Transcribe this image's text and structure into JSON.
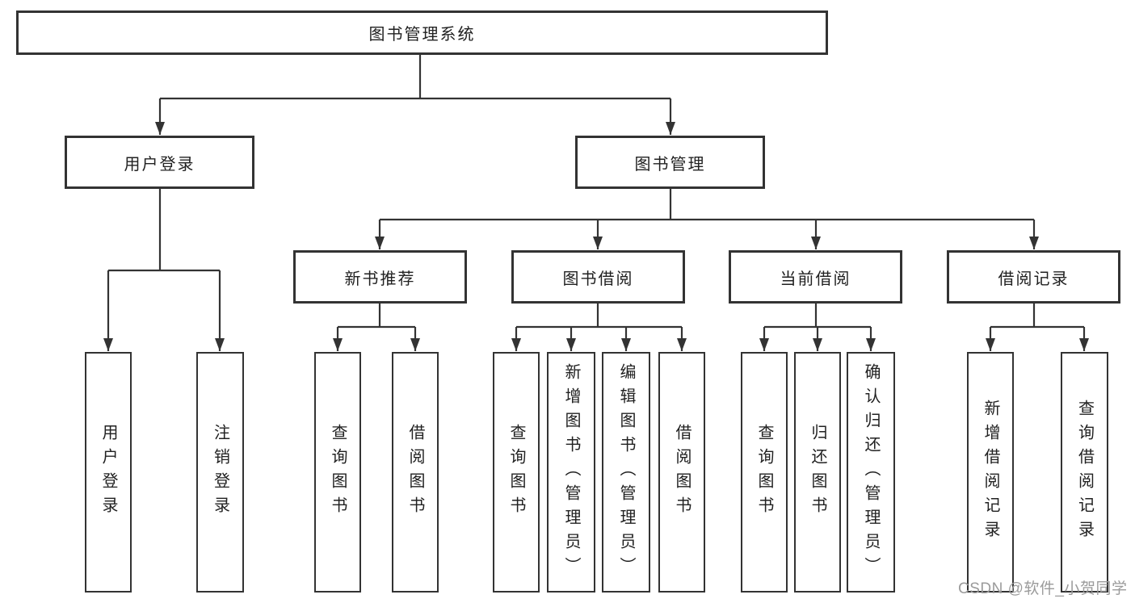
{
  "diagram": {
    "title": "图书管理系统",
    "root": {
      "label": "图书管理系统"
    },
    "level2": [
      {
        "label": "用户登录"
      },
      {
        "label": "图书管理"
      }
    ],
    "level3": [
      {
        "label": "新书推荐"
      },
      {
        "label": "图书借阅"
      },
      {
        "label": "当前借阅"
      },
      {
        "label": "借阅记录"
      }
    ],
    "leaves": {
      "user_login": [
        "用户登录",
        "注销登录"
      ],
      "new_books": [
        "查询图书",
        "借阅图书"
      ],
      "book_borrow": [
        "查询图书",
        "新增图书（管理员）",
        "编辑图书（管理员）",
        "借阅图书"
      ],
      "current_borrow": [
        "查询图书",
        "归还图书",
        "确认归还（管理员）"
      ],
      "borrow_records": [
        "新增借阅记录",
        "查询借阅记录"
      ]
    }
  },
  "watermark": {
    "text": "CSDN @软件_小贺同学"
  },
  "colors": {
    "background": "#ffffff",
    "box_border": "#333333",
    "connector": "#333333",
    "text": "#212121",
    "watermark": "#9b9b9b"
  }
}
